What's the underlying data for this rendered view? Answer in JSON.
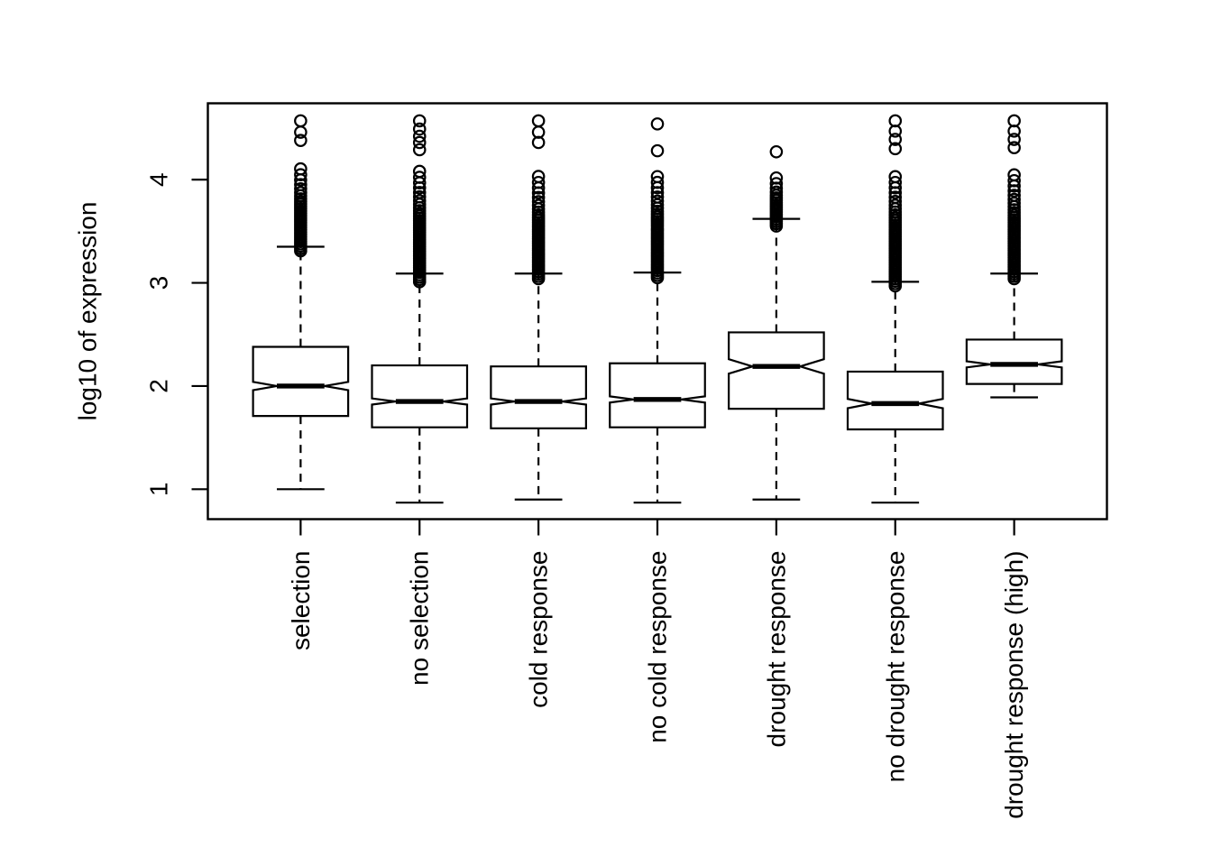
{
  "chart_data": {
    "type": "boxplot",
    "title": "",
    "xlabel": "",
    "ylabel": "log10 of expression",
    "y_ticks": [
      1,
      2,
      3,
      4
    ],
    "ylim": [
      0.71,
      4.74
    ],
    "xlim": [
      0.22,
      7.78
    ],
    "notched": true,
    "grid": false,
    "legend": "none",
    "categories": [
      "selection",
      "no selection",
      "cold response",
      "no cold response",
      "drought response",
      "no drought response",
      "drought response (high)"
    ],
    "boxes": [
      {
        "label": "selection",
        "lower_whisker": 1.0,
        "q1": 1.71,
        "median": 2.0,
        "q3": 2.38,
        "upper_whisker": 3.35,
        "notch": 0.04,
        "outlier_column": [
          3.31,
          4.13
        ],
        "outliers": [
          4.38,
          4.46,
          4.57
        ]
      },
      {
        "label": "no selection",
        "lower_whisker": 0.87,
        "q1": 1.6,
        "median": 1.85,
        "q3": 2.2,
        "upper_whisker": 3.09,
        "notch": 0.03,
        "outlier_column": [
          3.01,
          4.12
        ],
        "outliers": [
          4.29,
          4.36,
          4.42,
          4.49,
          4.57
        ]
      },
      {
        "label": "cold response",
        "lower_whisker": 0.9,
        "q1": 1.59,
        "median": 1.85,
        "q3": 2.19,
        "upper_whisker": 3.09,
        "notch": 0.03,
        "outlier_column": [
          3.04,
          4.06
        ],
        "outliers": [
          4.36,
          4.46,
          4.57
        ]
      },
      {
        "label": "no cold response",
        "lower_whisker": 0.87,
        "q1": 1.6,
        "median": 1.87,
        "q3": 2.22,
        "upper_whisker": 3.1,
        "notch": 0.03,
        "outlier_column": [
          3.05,
          4.08
        ],
        "outliers": [
          4.28,
          4.54
        ]
      },
      {
        "label": "drought response",
        "lower_whisker": 0.9,
        "q1": 1.78,
        "median": 2.19,
        "q3": 2.52,
        "upper_whisker": 3.62,
        "notch": 0.07,
        "outlier_column": [
          3.55,
          4.02
        ],
        "outliers": [
          4.27
        ]
      },
      {
        "label": "no drought response",
        "lower_whisker": 0.87,
        "q1": 1.58,
        "median": 1.83,
        "q3": 2.14,
        "upper_whisker": 3.01,
        "notch": 0.045,
        "outlier_column": [
          2.97,
          4.09
        ],
        "outliers": [
          4.3,
          4.39,
          4.47,
          4.57
        ]
      },
      {
        "label": "drought response (high)",
        "lower_whisker": 1.89,
        "q1": 2.02,
        "median": 2.21,
        "q3": 2.45,
        "upper_whisker": 3.09,
        "notch": 0.03,
        "outlier_column": [
          3.04,
          4.1
        ],
        "outliers": [
          4.31,
          4.39,
          4.47,
          4.57
        ]
      }
    ]
  },
  "style": {
    "stroke_color": "#000000",
    "background_color": "#ffffff"
  }
}
